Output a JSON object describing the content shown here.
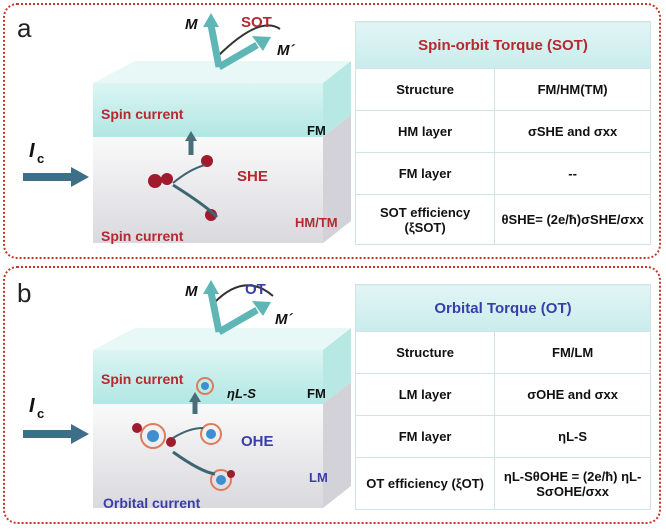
{
  "panel_a": {
    "label": "a",
    "diagram": {
      "m_label": "M",
      "m_prime_label": "M´",
      "torque_label": "SOT",
      "fm_label": "FM",
      "effect_label": "SHE",
      "bottom_layer_label": "HM/TM",
      "spin_current_top": "Spin current",
      "spin_current_bottom": "Spin current",
      "current_symbol": "I",
      "current_sub": "c"
    },
    "table": {
      "title": "Spin-orbit Torque (SOT)",
      "rows": [
        {
          "key": "Structure",
          "value": "FM/HM(TM)"
        },
        {
          "key": "HM layer",
          "value": "σSHE and σxx"
        },
        {
          "key": "FM layer",
          "value": "--"
        },
        {
          "key": "SOT efficiency (ξSOT)",
          "value": "θSHE= (2e/ħ)σSHE/σxx"
        }
      ]
    },
    "colors": {
      "title": "#b5292f",
      "accent": "#b5292f"
    }
  },
  "panel_b": {
    "label": "b",
    "diagram": {
      "m_label": "M",
      "m_prime_label": "M´",
      "torque_label": "OT",
      "fm_label": "FM",
      "effect_label": "OHE",
      "bottom_layer_label": "LM",
      "spin_current_top": "Spin current",
      "orbital_current": "Orbital current",
      "eta_label": "ηL-S",
      "current_symbol": "I",
      "current_sub": "c"
    },
    "table": {
      "title": "Orbital Torque (OT)",
      "rows": [
        {
          "key": "Structure",
          "value": "FM/LM"
        },
        {
          "key": "LM layer",
          "value": "σOHE and σxx"
        },
        {
          "key": "FM layer",
          "value": "ηL-S"
        },
        {
          "key": "OT efficiency (ξOT)",
          "value": "ηL-SθOHE = (2e/ħ) ηL-SσOHE/σxx"
        }
      ]
    },
    "colors": {
      "title": "#3a3fa8",
      "accent": "#3a3fa8"
    }
  }
}
